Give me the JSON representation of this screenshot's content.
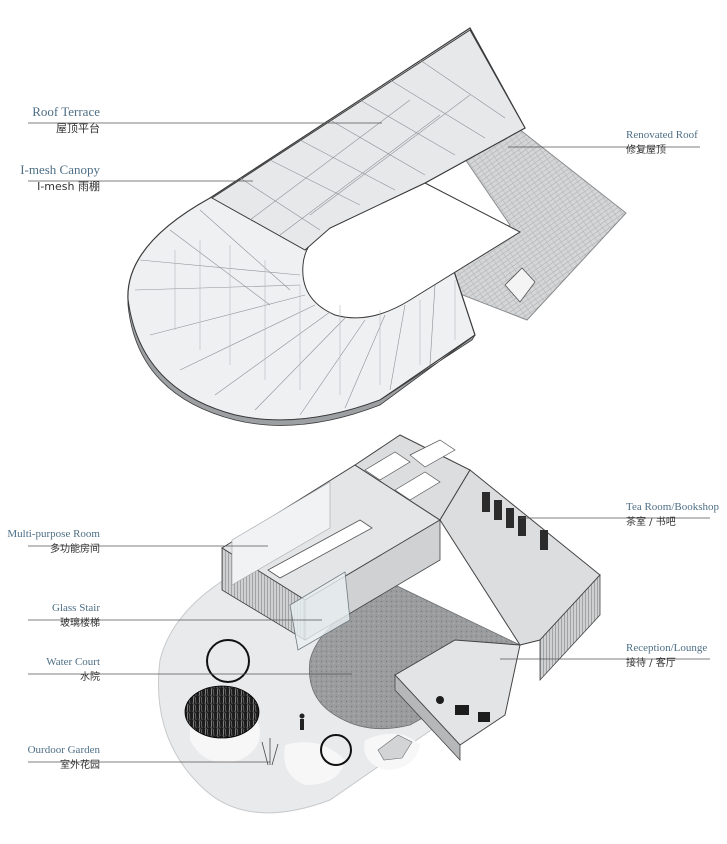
{
  "labels": {
    "roof_terrace": {
      "en": "Roof Terrace",
      "cn": "屋顶平台"
    },
    "imesh_canopy": {
      "en": "I-mesh Canopy",
      "cn": "I-mesh 雨棚"
    },
    "renovated_roof": {
      "en": "Renovated Roof",
      "cn": "修复屋顶"
    },
    "multipurpose_room": {
      "en": "Multi-purpose Room",
      "cn": "多功能房间"
    },
    "glass_stair": {
      "en": "Glass Stair",
      "cn": "玻璃楼梯"
    },
    "water_court": {
      "en": "Water Court",
      "cn": "水院"
    },
    "outdoor_garden": {
      "en": "Ourdoor Garden",
      "cn": "室外花园"
    },
    "tea_room": {
      "en": "Tea Room/Bookshop",
      "cn": "茶室 / 书吧"
    },
    "reception": {
      "en": "Reception/Lounge",
      "cn": "接待 / 客厅"
    }
  },
  "colors": {
    "label_en": "#4e6f86",
    "label_cn": "#333333",
    "leader_line": "#555555",
    "canopy_fill": "#eef0f2",
    "roof_tile": "#c9cbcc",
    "ground": "#e9eaec",
    "water": "#8f9193",
    "building_wall": "#d7d8da"
  }
}
